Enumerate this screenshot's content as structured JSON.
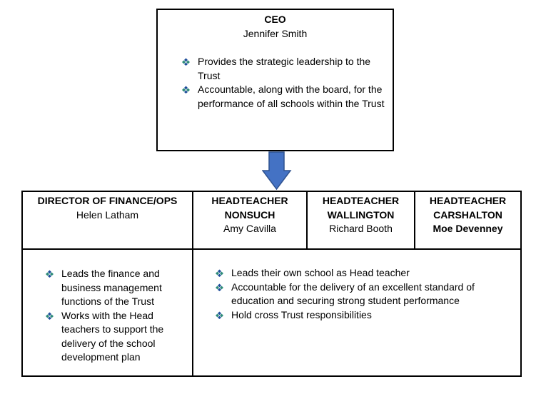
{
  "ceo": {
    "title": "CEO",
    "name": "Jennifer Smith",
    "bullets": [
      "Provides the strategic leadership to the Trust",
      "Accountable, along with the board, for the performance of all schools within the Trust"
    ]
  },
  "roles": [
    {
      "title": "DIRECTOR OF FINANCE/OPS",
      "name": "Helen Latham"
    },
    {
      "title_line1": "HEADTEACHER",
      "title_line2": "NONSUCH",
      "name": "Amy Cavilla"
    },
    {
      "title_line1": "HEADTEACHER",
      "title_line2": "WALLINGTON",
      "name": "Richard Booth"
    },
    {
      "title_line1": "HEADTEACHER",
      "title_line2": "CARSHALTON",
      "name": "Moe Devenney"
    }
  ],
  "director_bullets": [
    "Leads the finance and business management functions of the Trust",
    "Works with the Head teachers to support the delivery of the school development plan"
  ],
  "headteacher_bullets": [
    "Leads their own school as Head teacher",
    "Accountable for the delivery of an excellent standard of education and securing strong student performance",
    "Hold cross Trust responsibilities"
  ],
  "colors": {
    "arrow": "#4472c4",
    "arrow_border": "#2f528f",
    "bullet_blue": "#1f4e9a",
    "bullet_teal": "#2e8b7a"
  }
}
